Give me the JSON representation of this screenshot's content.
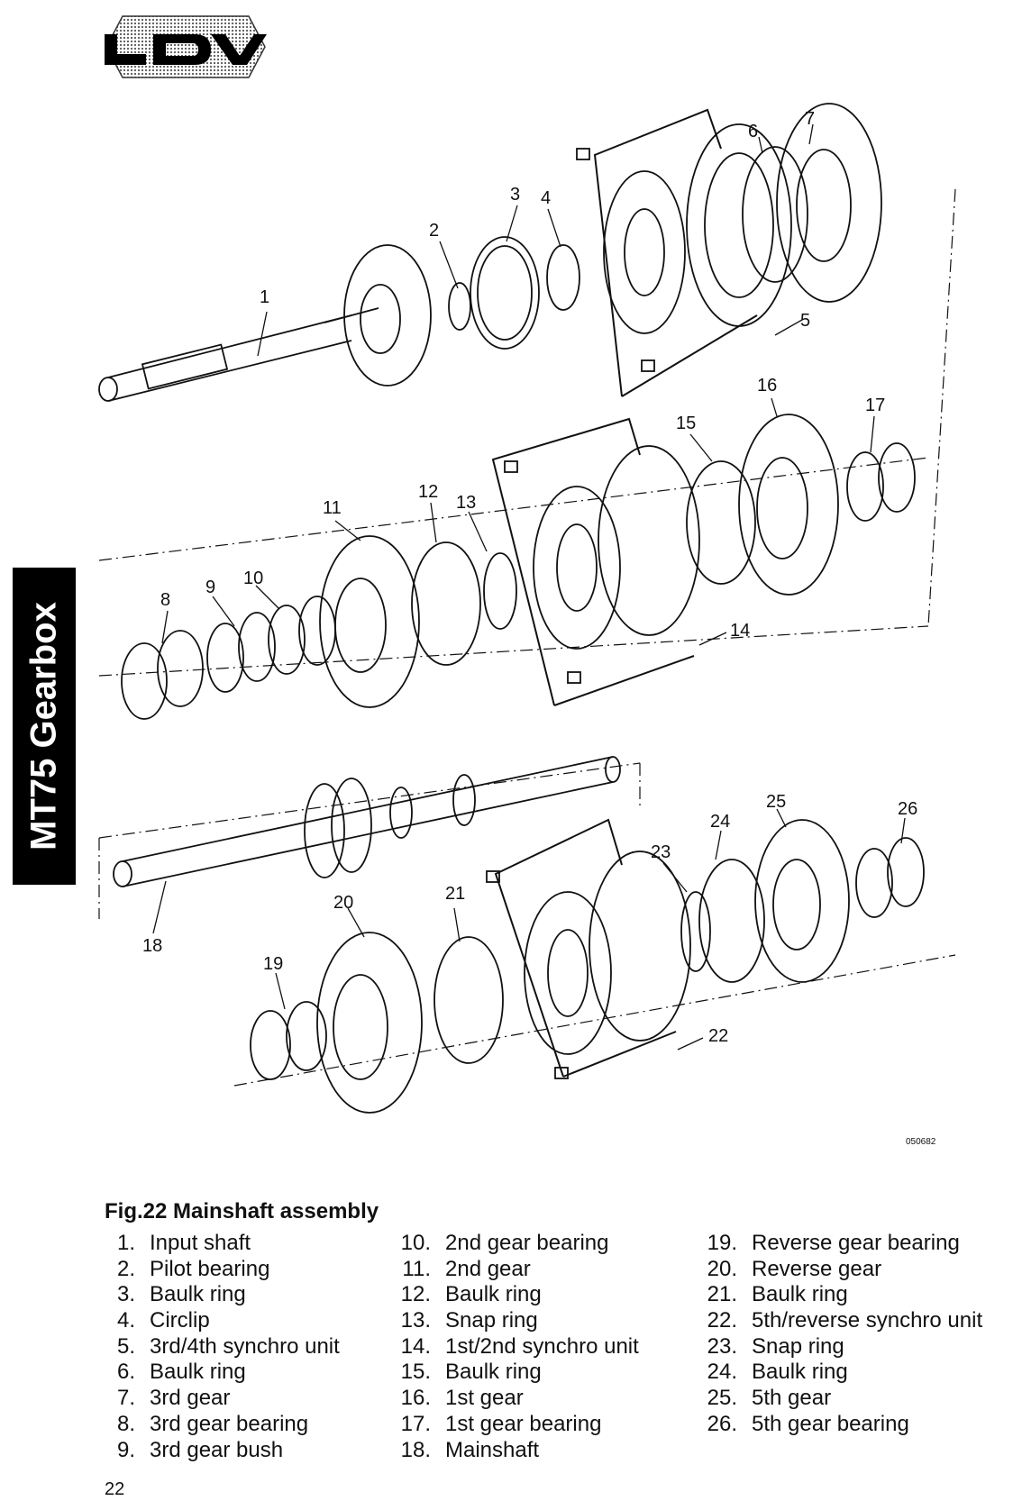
{
  "logo": {
    "text": "LDV"
  },
  "side_tab": {
    "label": "MT75 Gearbox"
  },
  "figure": {
    "reference": "050682",
    "callouts": [
      "1",
      "2",
      "3",
      "4",
      "5",
      "6",
      "7",
      "8",
      "9",
      "10",
      "11",
      "12",
      "13",
      "14",
      "15",
      "16",
      "17",
      "18",
      "19",
      "20",
      "21",
      "22",
      "23",
      "24",
      "25",
      "26"
    ]
  },
  "caption": "Fig.22 Mainshaft assembly",
  "legend": {
    "col1": [
      {
        "num": "1.",
        "text": "Input shaft"
      },
      {
        "num": "2.",
        "text": "Pilot bearing"
      },
      {
        "num": "3.",
        "text": "Baulk ring"
      },
      {
        "num": "4.",
        "text": "Circlip"
      },
      {
        "num": "5.",
        "text": "3rd/4th synchro unit"
      },
      {
        "num": "6.",
        "text": "Baulk ring"
      },
      {
        "num": "7.",
        "text": "3rd gear"
      },
      {
        "num": "8.",
        "text": "3rd gear bearing"
      },
      {
        "num": "9.",
        "text": "3rd gear bush"
      }
    ],
    "col2": [
      {
        "num": "10.",
        "text": "2nd gear bearing"
      },
      {
        "num": "11.",
        "text": "2nd gear"
      },
      {
        "num": "12.",
        "text": "Baulk ring"
      },
      {
        "num": "13.",
        "text": "Snap ring"
      },
      {
        "num": "14.",
        "text": "1st/2nd synchro unit"
      },
      {
        "num": "15.",
        "text": "Baulk ring"
      },
      {
        "num": "16.",
        "text": "1st gear"
      },
      {
        "num": "17.",
        "text": "1st gear bearing"
      },
      {
        "num": "18.",
        "text": "Mainshaft"
      }
    ],
    "col3": [
      {
        "num": "19.",
        "text": "Reverse gear bearing"
      },
      {
        "num": "20.",
        "text": "Reverse gear"
      },
      {
        "num": "21.",
        "text": "Baulk ring"
      },
      {
        "num": "22.",
        "text": "5th/reverse synchro unit"
      },
      {
        "num": "23.",
        "text": "Snap ring"
      },
      {
        "num": "24.",
        "text": "Baulk ring"
      },
      {
        "num": "25.",
        "text": "5th gear"
      },
      {
        "num": "26.",
        "text": "5th gear bearing"
      }
    ]
  },
  "page_number": "22"
}
